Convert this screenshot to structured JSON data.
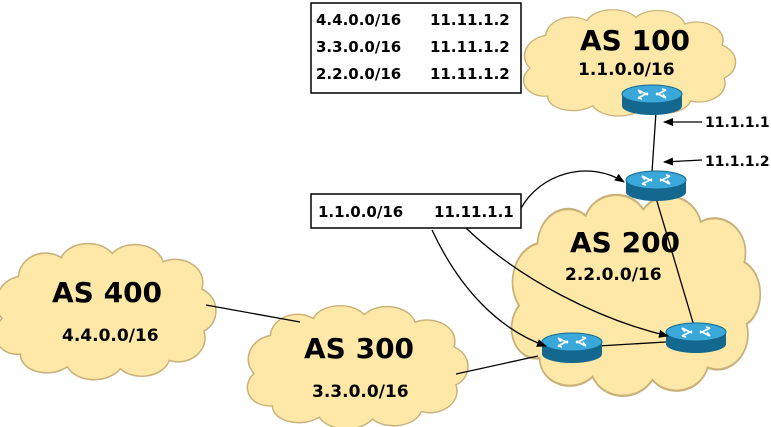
{
  "as_nodes": {
    "as100": {
      "name": "AS 100",
      "prefix": "1.1.0.0/16"
    },
    "as200": {
      "name": "AS 200",
      "prefix": "2.2.0.0/16"
    },
    "as300": {
      "name": "AS 300",
      "prefix": "3.3.0.0/16"
    },
    "as400": {
      "name": "AS 400",
      "prefix": "4.4.0.0/16"
    }
  },
  "interfaces": {
    "r100": "11.1.1.1",
    "r200_top": "11.1.1.2"
  },
  "route_table_as100": {
    "rows": [
      {
        "prefix": "4.4.0.0/16",
        "next_hop": "11.11.1.2"
      },
      {
        "prefix": "3.3.0.0/16",
        "next_hop": "11.11.1.2"
      },
      {
        "prefix": "2.2.0.0/16",
        "next_hop": "11.11.1.2"
      }
    ]
  },
  "route_table_as200": {
    "rows": [
      {
        "prefix": "1.1.0.0/16",
        "next_hop": "11.11.1.1"
      }
    ]
  },
  "colors": {
    "cloud_fill": "#fde8a8",
    "cloud_stroke": "#c9b27a",
    "router_fill": "#2b96c9",
    "router_dark": "#14688f"
  }
}
